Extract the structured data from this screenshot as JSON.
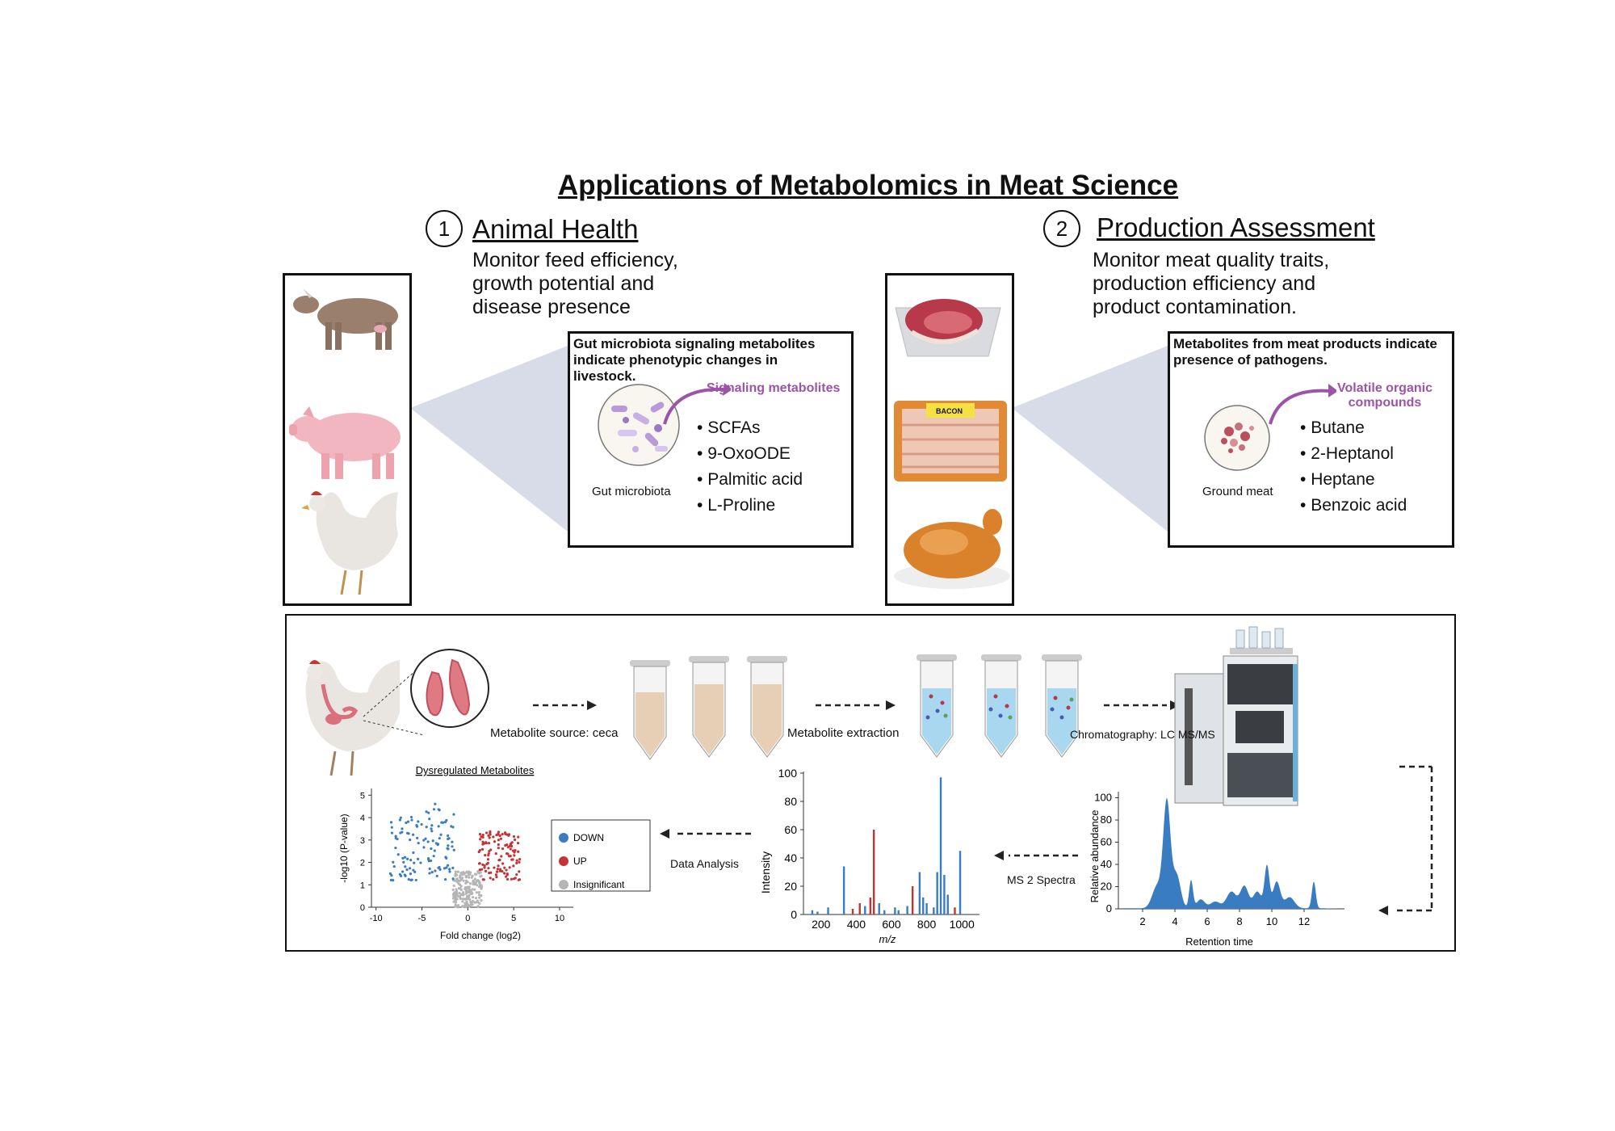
{
  "title": "Applications of Metabolomics in Meat Science",
  "section1": {
    "number": "1",
    "heading": "Animal Health",
    "description": "Monitor feed efficiency, growth potential and disease presence",
    "box_text": "Gut microbiota signaling metabolites indicate phenotypic changes in livestock.",
    "arrow_label": "Signaling metabolites",
    "circle_label": "Gut microbiota",
    "metabolites": [
      "SCFAs",
      "9-OxoODE",
      "Palmitic acid",
      "L-Proline"
    ]
  },
  "section2": {
    "number": "2",
    "heading": "Production Assessment",
    "description": "Monitor meat quality traits, production efficiency and product contamination.",
    "box_text": "Metabolites from meat products indicate presence of pathogens.",
    "arrow_label": "Volatile organic compounds",
    "circle_label": "Ground meat",
    "metabolites": [
      "Butane",
      "2-Heptanol",
      "Heptane",
      "Benzoic acid"
    ],
    "bacon_label": "BACON"
  },
  "workflow": {
    "step1": "Metabolite source: ceca",
    "step2": "Metabolite extraction",
    "step3": "Chromatography: LC MS/MS",
    "step4": "MS 2 Spectra",
    "step5": "Data Analysis"
  },
  "volcano": {
    "title": "Dysregulated Metabolites",
    "xlabel": "Fold change (log2)",
    "ylabel": "-log10 (P-value)",
    "xticks": [
      "-10",
      "-5",
      "0",
      "5",
      "10"
    ],
    "yticks": [
      "0",
      "1",
      "2",
      "3",
      "4",
      "5"
    ],
    "legend": [
      {
        "label": "DOWN",
        "color": "#3a7cc2"
      },
      {
        "label": "UP",
        "color": "#c33434"
      },
      {
        "label": "Insignificant",
        "color": "#b5b5b5"
      }
    ]
  },
  "ms2": {
    "xlabel": "m/z",
    "ylabel": "Intensity",
    "xticks": [
      "200",
      "400",
      "600",
      "800",
      "1000"
    ],
    "yticks": [
      "0",
      "20",
      "40",
      "60",
      "80",
      "100"
    ]
  },
  "chromatogram": {
    "xlabel": "Retention time",
    "ylabel": "Relative abundance",
    "xticks": [
      "2",
      "4",
      "6",
      "8",
      "10",
      "12"
    ],
    "yticks": [
      "0",
      "20",
      "40",
      "60",
      "80",
      "100"
    ]
  },
  "colors": {
    "panel_shade": "#d7dce8",
    "down": "#3a7cc2",
    "up": "#c33434",
    "insig": "#b5b5b5",
    "purple": "#9b54a6"
  }
}
